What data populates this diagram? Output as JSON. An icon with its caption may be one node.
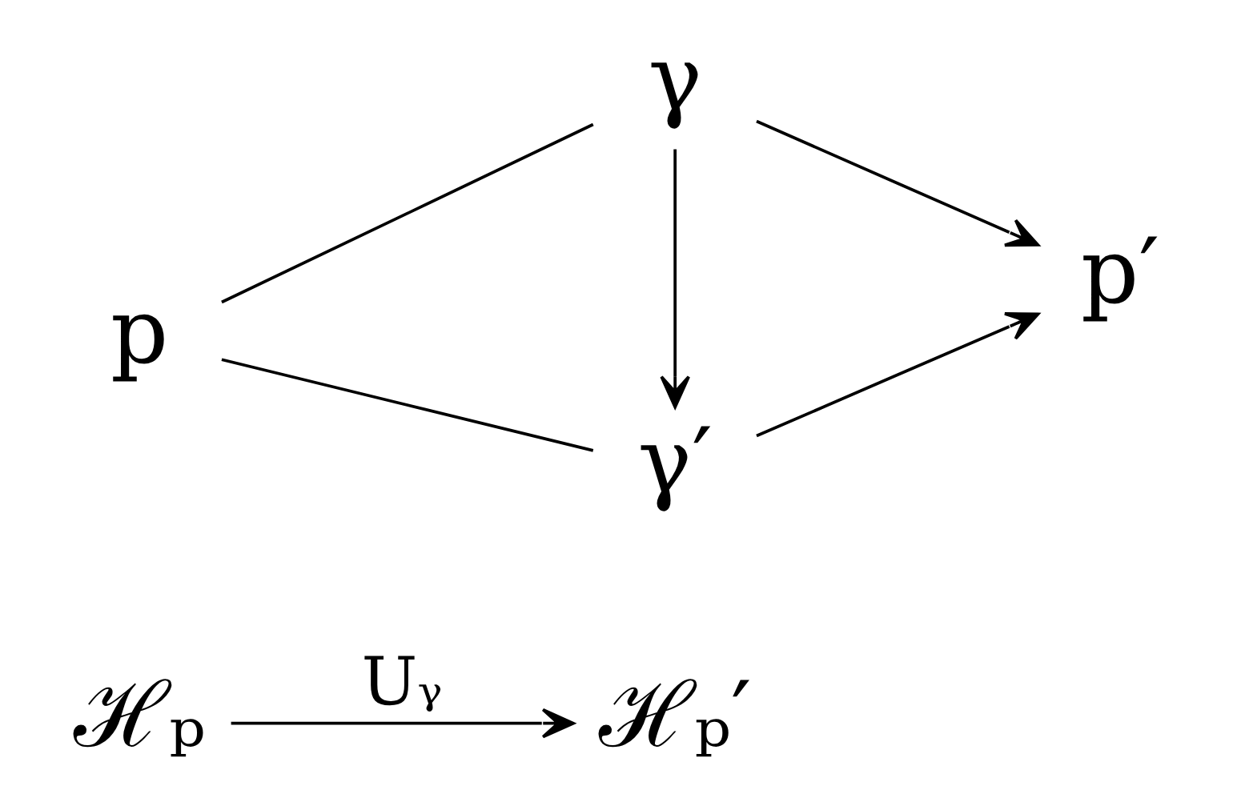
{
  "diagram": {
    "nodes": [
      {
        "text": [
          "ℋₚ"
        ]
      },
      {
        "text": [
          "ℋₚ′"
        ]
      },
      {
        "text": [
          "p"
        ]
      },
      {
        "text": [
          "γ"
        ]
      },
      {
        "text": [
          "p′"
        ]
      },
      {
        "text": [
          "γ′"
        ]
      }
    ],
    "edges": [
      {
        "from": 0,
        "to": 1,
        "arrow": "to",
        "label": "Uᵧ"
      },
      {
        "from": 2,
        "to": 3,
        "arrow": "none"
      },
      {
        "from": 3,
        "to": 4,
        "arrow": "to"
      },
      {
        "from": 2,
        "to": 5,
        "arrow": "none"
      },
      {
        "from": 5,
        "to": 4,
        "arrow": "to"
      },
      {
        "from": 3,
        "to": 5,
        "arrow": "to"
      }
    ]
  }
}
